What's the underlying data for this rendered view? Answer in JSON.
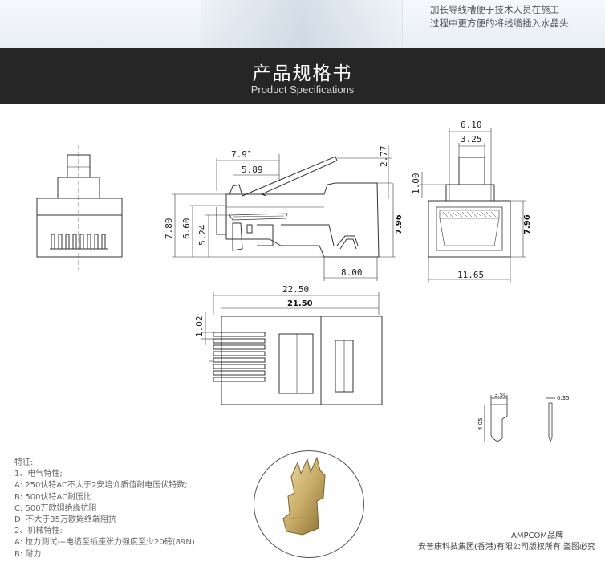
{
  "intro": {
    "line1": "加长导线槽便于技术人员在施工",
    "line2": "过程中更方便的将线缆插入水晶头."
  },
  "banner": {
    "title": "产品规格书",
    "subtitle": "Product Specifications"
  },
  "dimensions": {
    "d_7_91": "7.91",
    "d_5_89": "5.89",
    "d_2_77": "2.77",
    "d_7_80": "7.80",
    "d_6_60": "6.60",
    "d_5_24": "5.24",
    "d_8_00": "8.00",
    "d_7_96_side": "7.96",
    "d_6_10": "6.10",
    "d_3_25": "3.25",
    "d_1_00": "1.00",
    "d_7_96_front": "7.96",
    "d_11_65": "11.65",
    "d_22_50": "22.50",
    "d_21_50": "21.50",
    "d_1_02": "1.02",
    "d_3_50": "3.50",
    "d_4_05": "4.05",
    "d_0_35": "0.35"
  },
  "features": {
    "heading": "特征:",
    "l1": "1、电气特性;",
    "l2": "A:  250伏特AC不大于2安培介质值耐电压伏特数;",
    "l3": "B:  500伏特AC耐压比",
    "l4": "C:  500万欧姆绝缘抗阻",
    "l5": "D:  不大于35万欧姆终端阻抗",
    "l6": "2、机械特性:",
    "l7": "A:  拉力测试---电缆至插座张力强度至少20磅(89N)",
    "l8": "B:  耐力"
  },
  "copyright": {
    "brand": "AMPCOM品牌",
    "notice": "安普康科技集团(香港)有限公司版权所有 盗图必究"
  }
}
